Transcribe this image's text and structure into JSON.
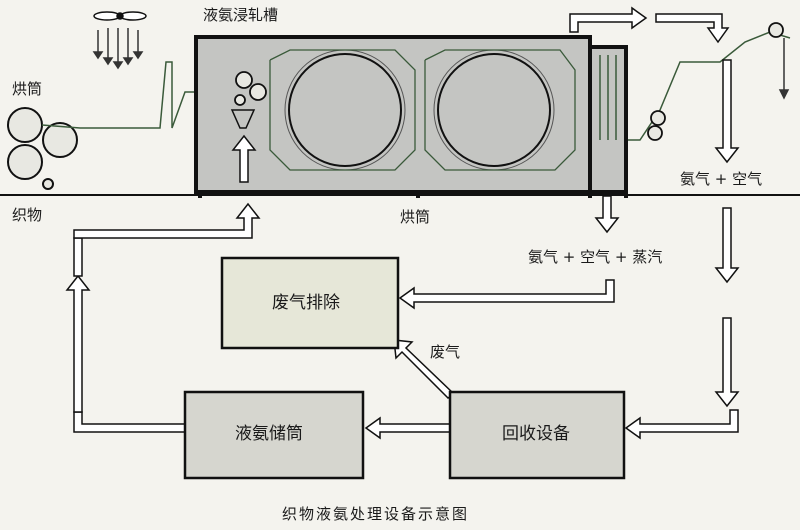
{
  "labels": {
    "liquid_ammonia_trough": "液氨浸轧槽",
    "drying_cylinder_left": "烘筒",
    "fabric": "织物",
    "drying_cylinder_bottom": "烘筒",
    "ammonia_air": "氨气 + 空气",
    "ammonia_air_steam": "氨气 + 空气 + 蒸汽",
    "waste_gas": "废气"
  },
  "boxes": {
    "waste_gas_removal": "废气排除",
    "liquid_ammonia_storage": "液氨储筒",
    "recovery_equipment": "回收设备"
  },
  "caption": "织物液氨处理设备示意图",
  "colors": {
    "box_fill": "#d6d6cf",
    "waste_box_fill": "#e6e7d8",
    "machine_fill": "#c4c5c2",
    "line": "#111111",
    "arrow_fill": "#ffffff",
    "fabric_path": "#3a5a3a"
  }
}
